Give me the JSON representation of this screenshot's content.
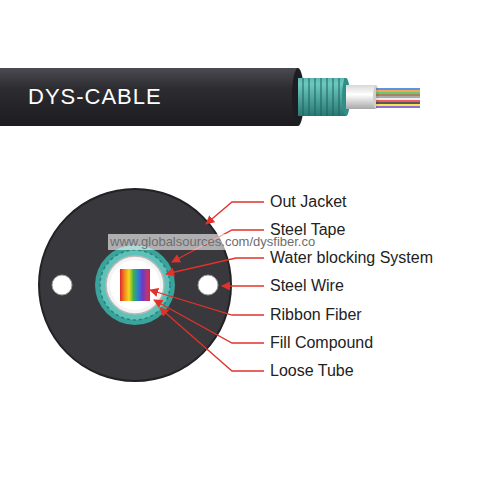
{
  "diagram": {
    "labels": [
      "DYS-CABLE",
      "www.globalsources.com/dysfiber.co",
      "Out Jacket",
      "Steel Tape",
      "Water blocking System",
      "Steel Wire",
      "Ribbon Fiber",
      "Fill Compound",
      "Loose Tube"
    ]
  }
}
